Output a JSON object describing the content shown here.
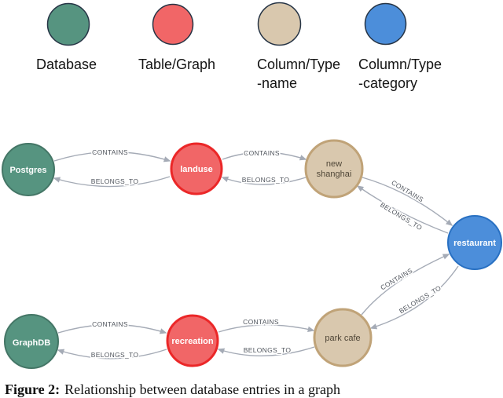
{
  "legend": {
    "items": [
      {
        "label": "Database",
        "label2": "",
        "color": "#569480"
      },
      {
        "label": "Table/Graph",
        "label2": "",
        "color": "#F16667"
      },
      {
        "label": "Column/Type",
        "label2": "-name",
        "color": "#D9C8AE"
      },
      {
        "label": "Column/Type",
        "label2": "-category",
        "color": "#4C8EDA"
      }
    ]
  },
  "graph": {
    "edge_color": "#A5ABB6",
    "edge_label_color": "#51565e",
    "nodes": [
      {
        "id": "postgres",
        "label": "Postgres",
        "type": "database",
        "fill": "#569480",
        "border": "#447666",
        "text_color": "#ffffff"
      },
      {
        "id": "landuse",
        "label": "landuse",
        "type": "table-graph",
        "fill": "#F16667",
        "border": "#eb2728",
        "text_color": "#ffffff"
      },
      {
        "id": "new-shanghai",
        "label": "new shanghai",
        "label_line1": "new",
        "label_line2": "shanghai",
        "type": "column-type-name",
        "fill": "#D9C8AE",
        "border": "#c0a378",
        "text_color": "#4f4637"
      },
      {
        "id": "restaurant",
        "label": "restaurant",
        "type": "column-type-category",
        "fill": "#4C8EDA",
        "border": "#2870c2",
        "text_color": "#ffffff"
      },
      {
        "id": "graphdb",
        "label": "GraphDB",
        "type": "database",
        "fill": "#569480",
        "border": "#447666",
        "text_color": "#ffffff"
      },
      {
        "id": "recreation",
        "label": "recreation",
        "type": "table-graph",
        "fill": "#F16667",
        "border": "#eb2728",
        "text_color": "#ffffff"
      },
      {
        "id": "park-cafe",
        "label": "park cafe",
        "type": "column-type-name",
        "fill": "#D9C8AE",
        "border": "#c0a378",
        "text_color": "#4f4637"
      }
    ],
    "edges": [
      {
        "from": "postgres",
        "to": "landuse",
        "label": "CONTAINS"
      },
      {
        "from": "landuse",
        "to": "postgres",
        "label": "BELONGS_TO"
      },
      {
        "from": "landuse",
        "to": "new-shanghai",
        "label": "CONTAINS"
      },
      {
        "from": "new-shanghai",
        "to": "landuse",
        "label": "BELONGS_TO"
      },
      {
        "from": "new-shanghai",
        "to": "restaurant",
        "label": "CONTAINS"
      },
      {
        "from": "restaurant",
        "to": "new-shanghai",
        "label": "BELONGS_TO"
      },
      {
        "from": "graphdb",
        "to": "recreation",
        "label": "CONTAINS"
      },
      {
        "from": "recreation",
        "to": "graphdb",
        "label": "BELONGS_TO"
      },
      {
        "from": "recreation",
        "to": "park-cafe",
        "label": "CONTAINS"
      },
      {
        "from": "park-cafe",
        "to": "recreation",
        "label": "BELONGS_TO"
      },
      {
        "from": "park-cafe",
        "to": "restaurant",
        "label": "CONTAINS"
      },
      {
        "from": "restaurant",
        "to": "park-cafe",
        "label": "BELONGS_TO"
      }
    ]
  },
  "caption": {
    "prefix": "Figure 2:",
    "text": "Relationship between database entries in a graph"
  }
}
